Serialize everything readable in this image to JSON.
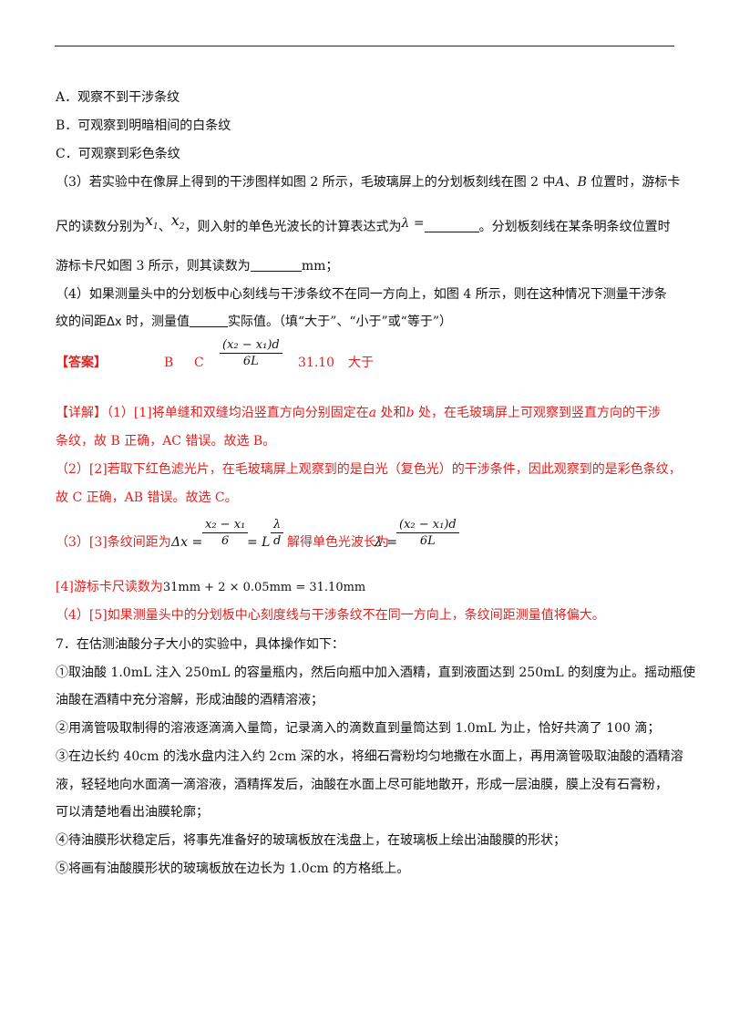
{
  "options": {
    "A": "A．观察不到干涉条纹",
    "B": "B．可观察到明暗相间的白条纹",
    "C": "C．可观察到彩色条纹"
  },
  "q3": {
    "l1a": "（3）若实验中在像屏上得到的干涉图样如图 2 所示，毛玻璃屏上的分划板刻线在图 2 中",
    "l1b": "A",
    "l1c": "、",
    "l1d": "B",
    "l1e": " 位置时，游标卡",
    "l2a": "尺的读数分别为",
    "l2b": "、",
    "l2c": "，则入射的单色光波长的计算表达式为",
    "lambda_eq": "λ =",
    "l2d": "。分划板刻线在某条明条纹位置时",
    "l3a": "游标卡尺如图 3 所示，则其读数为",
    "l3b": "mm；"
  },
  "q4": {
    "l1": "（4）如果测量头中的分划板中心刻线与干涉条纹不在同一方向上，如图 4 所示，则在这种情况下测量干涉条",
    "l2a": "纹的间距",
    "dx": "Δx",
    "l2b": " 时，测量值",
    "l2c": "实际值。（填“大于”、“小于”或“等于”）"
  },
  "answer": {
    "label": "【答案】",
    "a1": "B",
    "a2": "C",
    "frac_num": "(x₂ − x₁)d",
    "frac_den": "6L",
    "a4": "31.10",
    "a5": "大于"
  },
  "detail": {
    "d1a": "【详解】（1）[1]将单缝和双缝均沿竖直方向分别固定在",
    "d1b": "a",
    "d1c": " 处和",
    "d1d": "b",
    "d1e": " 处，在毛玻璃屏上可观察到竖直方向的干涉",
    "d2": "条纹，故 B 正确，AC 错误。故选 B。",
    "d3": "（2）[2]若取下红色滤光片，在毛玻璃屏上观察到的是白光（复色光）的干涉条件，因此观察到的是彩色条纹，",
    "d4": "故 C 正确，AB 错误。故选 C。",
    "d5a": "（3）[3]条纹间距为",
    "d5_dx": "Δx =",
    "d5_frac_num": "x₂ − x₁",
    "d5_frac_den": "6",
    "d5_eqL": "= L",
    "d5_lam_num": "λ",
    "d5_lam_den": "d",
    "d5b": "解得单色光波长为",
    "d5_lam_eq": "λ =",
    "d5_res_num": "(x₂ − x₁)d",
    "d5_res_den": "6L",
    "d6a": "[4]游标卡尺读数为",
    "d6b": "31mm + 2 × 0.05mm = 31.10mm",
    "d7": "（4）[5]如果测量头中的分划板中心刻度线与干涉条纹不在同一方向上，条纹间距测量值将偏大。"
  },
  "q7": {
    "l1": "7．在估测油酸分子大小的实验中，具体操作如下：",
    "l2": "①取油酸 1.0mL 注入 250mL 的容量瓶内，然后向瓶中加入酒精，直到液面达到 250mL 的刻度为止。摇动瓶使",
    "l3": "油酸在酒精中充分溶解，形成油酸的酒精溶液；",
    "l4": "②用滴管吸取制得的溶液逐滴滴入量筒，记录滴入的滴数直到量筒达到 1.0mL 为止，恰好共滴了 100 滴；",
    "l5": "③在边长约 40cm 的浅水盘内注入约 2cm 深的水，将细石膏粉均匀地撒在水面上，再用滴管吸取油酸的酒精溶",
    "l6": "液，轻轻地向水面滴一滴溶液，酒精挥发后，油酸在水面上尽可能地散开，形成一层油膜，膜上没有石膏粉，",
    "l7": "可以清楚地看出油膜轮廓；",
    "l8": "④待油膜形状稳定后，将事先准备好的玻璃板放在浅盘上，在玻璃板上绘出油酸膜的形状；",
    "l9": "⑤将画有油酸膜形状的玻璃板放在边长为 1.0cm 的方格纸上。"
  }
}
